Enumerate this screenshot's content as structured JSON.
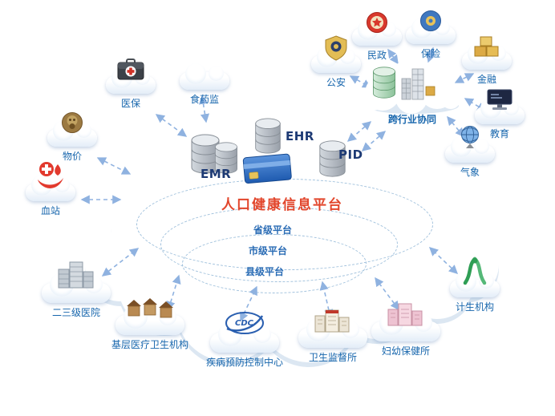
{
  "title": "人口健康信息平台",
  "center": {
    "emr": "EMR",
    "ehr": "EHR",
    "pid": "PID",
    "levels": [
      "省级平台",
      "市级平台",
      "县级平台"
    ]
  },
  "nodes": {
    "yibao": {
      "label": "医保"
    },
    "shiyaojian": {
      "label": "食药监"
    },
    "wujia": {
      "label": "物价"
    },
    "xuezhan": {
      "label": "血站"
    },
    "gongan": {
      "label": "公安"
    },
    "minzheng": {
      "label": "民政"
    },
    "baoxian": {
      "label": "保险"
    },
    "jinrong": {
      "label": "金融"
    },
    "jiaoyu": {
      "label": "教育"
    },
    "qixiang": {
      "label": "气象"
    },
    "kuahangye": {
      "label": "跨行业协同"
    },
    "ersanji": {
      "label": "二三级医院"
    },
    "jiceng": {
      "label": "基层医疗卫生机构"
    },
    "jibing": {
      "label": "疾病预防控制中心",
      "logo_text": "CDC"
    },
    "weisheng": {
      "label": "卫生监督所"
    },
    "fuyou": {
      "label": "妇幼保健所"
    },
    "jisheng": {
      "label": "计生机构"
    }
  },
  "colors": {
    "node_label_blue": "#1766ad",
    "level_label_blue": "#2a6cb5",
    "title_red": "#e2462c",
    "arrow_blue": "#8fb2e0",
    "db_label_navy": "#1d3a74",
    "cloud_shadow": "#dce7f2"
  }
}
